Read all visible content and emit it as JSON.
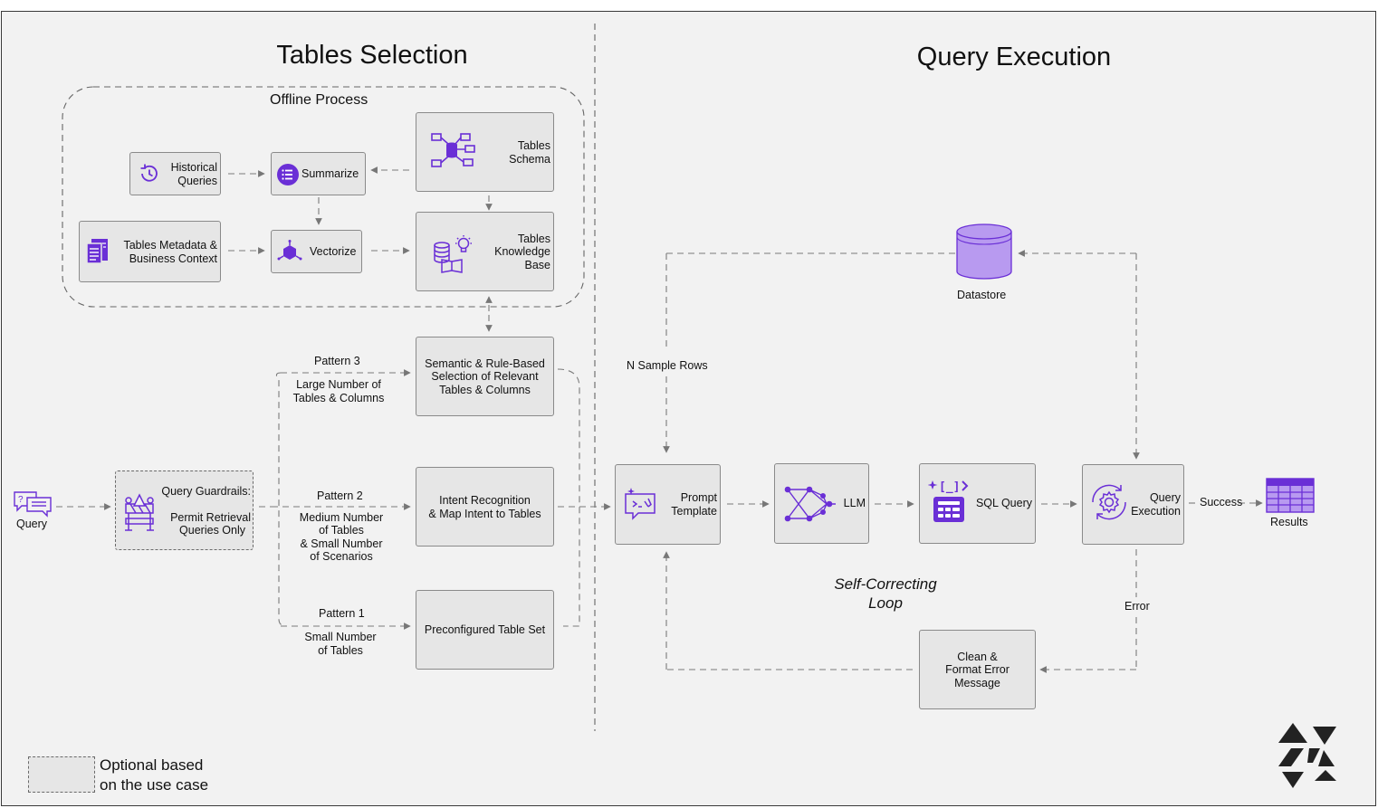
{
  "sections": {
    "left_title": "Tables Selection",
    "right_title": "Query Execution",
    "offline_title": "Offline Process"
  },
  "nodes": {
    "historical_queries": [
      "Historical",
      "Queries"
    ],
    "summarize": "Summarize",
    "tables_schema": [
      "Tables",
      "Schema"
    ],
    "metadata": [
      "Tables Metadata &",
      "Business Context"
    ],
    "vectorize": "Vectorize",
    "knowledge_base": [
      "Tables",
      "Knowledge",
      "Base"
    ],
    "query": "Query",
    "guardrails": [
      "Query Guardrails:",
      "",
      "Permit Retrieval",
      "Queries Only"
    ],
    "semantic": [
      "Semantic & Rule-Based",
      "Selection of Relevant",
      "Tables & Columns"
    ],
    "intent": [
      "Intent Recognition",
      "& Map Intent to Tables"
    ],
    "preconfigured": "Preconfigured Table Set",
    "prompt_template": [
      "Prompt",
      "Template"
    ],
    "llm": "LLM",
    "sql_query": "SQL Query",
    "query_execution": [
      "Query",
      "Execution"
    ],
    "results": "Results",
    "datastore": "Datastore",
    "clean_format": [
      "Clean &",
      "Format Error",
      "Message"
    ]
  },
  "edge_labels": {
    "pattern3": "Pattern 3",
    "pattern3_desc": [
      "Large Number of",
      "Tables & Columns"
    ],
    "pattern2": "Pattern 2",
    "pattern2_desc": [
      "Medium Number",
      "of Tables",
      "& Small Number",
      "of Scenarios"
    ],
    "pattern1": "Pattern 1",
    "pattern1_desc": [
      "Small Number",
      "of Tables"
    ],
    "n_sample_rows": "N Sample Rows",
    "success": "Success",
    "error": "Error",
    "loop": [
      "Self-Correcting",
      "Loop"
    ]
  },
  "legend": [
    "Optional based",
    "on the use case"
  ],
  "colors": {
    "accent": "#6a2fd6",
    "accent_light": "#b89af0",
    "box_fill": "#e6e6e6",
    "canvas": "#f2f2f2",
    "line": "#777777"
  },
  "icons": {
    "logo": "a7-triangle-logo"
  }
}
